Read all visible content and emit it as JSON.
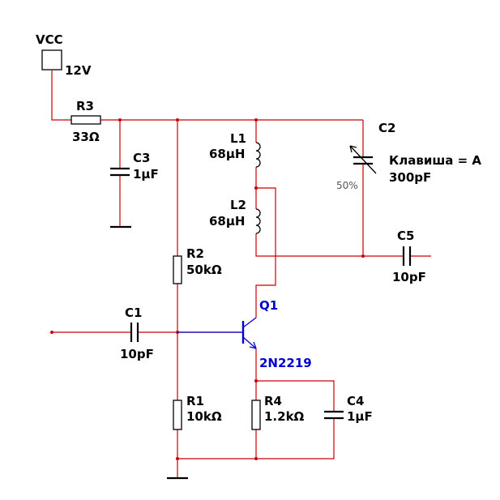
{
  "colors": {
    "wire": "#cc0000",
    "component": "#000000",
    "transistor": "#0000cc"
  },
  "supply": {
    "name": "VCC",
    "value": "12V"
  },
  "components": {
    "R3": {
      "name": "R3",
      "value": "33Ω"
    },
    "C3": {
      "name": "C3",
      "value": "1µF"
    },
    "L1": {
      "name": "L1",
      "value": "68µH"
    },
    "L2": {
      "name": "L2",
      "value": "68µH"
    },
    "C2": {
      "name": "C2",
      "key": "Клавиша = A",
      "value": "300pF",
      "setting": "50%"
    },
    "C5": {
      "name": "C5",
      "value": "10pF"
    },
    "R2": {
      "name": "R2",
      "value": "50kΩ"
    },
    "C1": {
      "name": "C1",
      "value": "10pF"
    },
    "Q1": {
      "name": "Q1",
      "model": "2N2219"
    },
    "R1": {
      "name": "R1",
      "value": "10kΩ"
    },
    "R4": {
      "name": "R4",
      "value": "1.2kΩ"
    },
    "C4": {
      "name": "C4",
      "value": "1µF"
    }
  }
}
